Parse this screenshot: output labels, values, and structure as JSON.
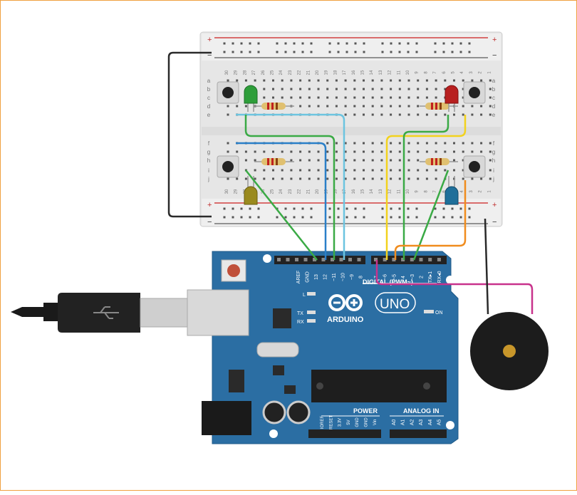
{
  "breadboard": {
    "plus_sign": "+",
    "minus_sign": "−",
    "row_letters_top": [
      "a",
      "b",
      "c",
      "d",
      "e"
    ],
    "row_letters_bottom": [
      "f",
      "g",
      "h",
      "i",
      "j"
    ],
    "column_numbers": [
      "30",
      "29",
      "28",
      "27",
      "26",
      "25",
      "24",
      "23",
      "22",
      "21",
      "20",
      "19",
      "18",
      "17",
      "16",
      "15",
      "14",
      "13",
      "12",
      "11",
      "10",
      "9",
      "8",
      "7",
      "6",
      "5",
      "4",
      "3",
      "2",
      "1"
    ]
  },
  "arduino": {
    "brand": "ARDUINO",
    "model": "UNO",
    "digital_label": "DIGITAL (PWM~)",
    "power_label": "POWER",
    "analog_label": "ANALOG IN",
    "on_label": "ON",
    "l_label": "L",
    "tx_label": "TX",
    "rx_label": "RX",
    "digital_pins_left": [
      "AREF",
      "GND",
      "13",
      "12",
      "~11",
      "~10",
      "~9",
      "8"
    ],
    "digital_pins_right": [
      "7",
      "~6",
      "~5",
      "4",
      "~3",
      "2",
      "TX▸1",
      "RX◂0"
    ],
    "power_pins": [
      "IOREF",
      "RESET",
      "3.3V",
      "5V",
      "GND",
      "GND",
      "Vin"
    ],
    "analog_pins": [
      "A0",
      "A1",
      "A2",
      "A3",
      "A4",
      "A5"
    ]
  },
  "components": {
    "leds": [
      {
        "name": "green",
        "color": "#2e9e3a"
      },
      {
        "name": "red",
        "color": "#b82020"
      },
      {
        "name": "yellow",
        "color": "#9a8a1e"
      },
      {
        "name": "blue",
        "color": "#1f6f9a"
      }
    ],
    "wire_colors": {
      "black": "#2a2a2a",
      "green": "#3aaa45",
      "light_blue": "#6cc4e0",
      "blue": "#2a7fc8",
      "yellow": "#f2d21e",
      "orange": "#f08c1e",
      "magenta": "#c8328c"
    }
  }
}
